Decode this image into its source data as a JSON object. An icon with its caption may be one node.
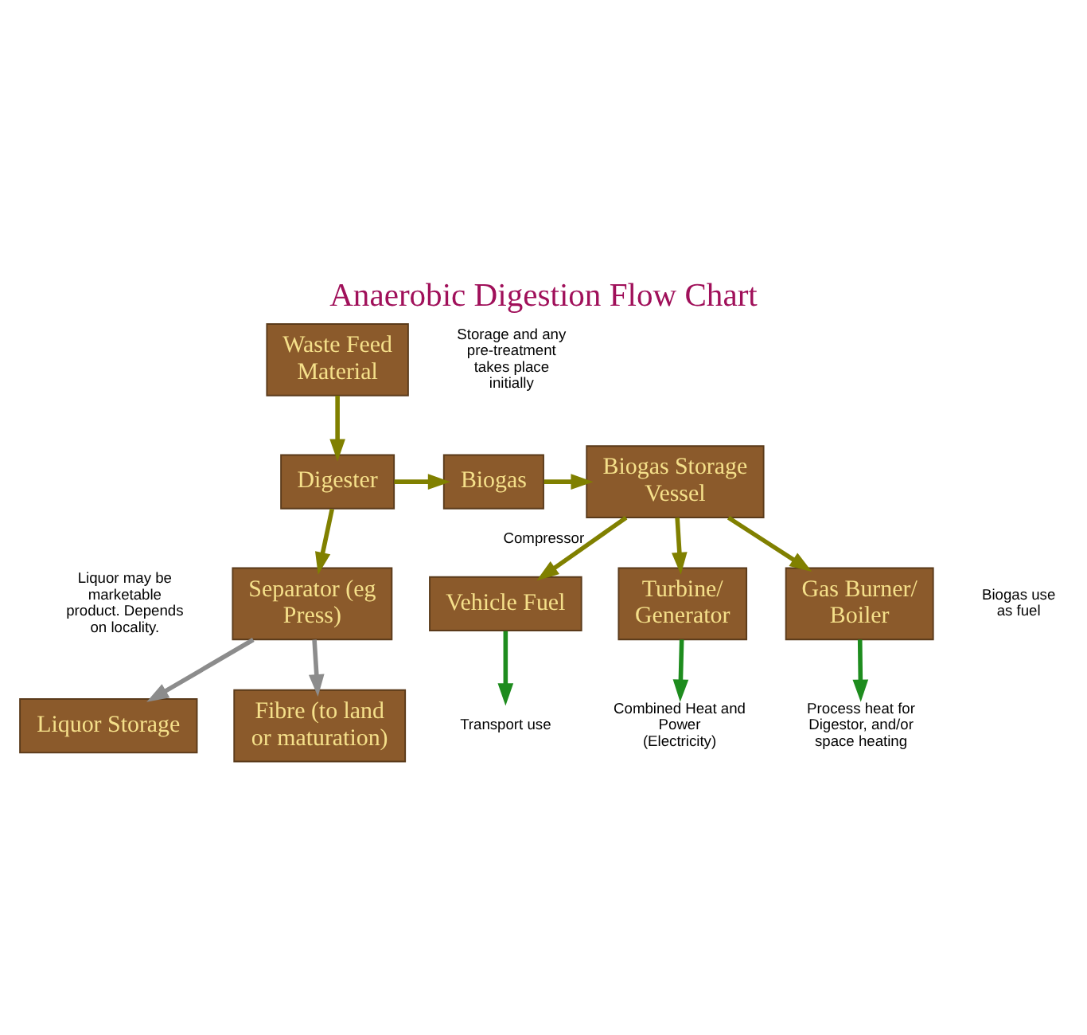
{
  "diagram": {
    "title": "Anaerobic Digestion Flow Chart",
    "nodes": [
      {
        "text": [
          "Waste Feed Material"
        ],
        "beside": [
          "Storage and any pre-treatment takes place initially"
        ]
      },
      {
        "text": [
          "Digester"
        ]
      },
      {
        "text": [
          "Biogas"
        ]
      },
      {
        "text": [
          "Biogas Storage Vessel"
        ]
      },
      {
        "text": [
          "Separator (eg Press)"
        ],
        "beside": [
          "Liquor may be marketable product. Depends on locality."
        ]
      },
      {
        "text": [
          "Liquor Storage"
        ]
      },
      {
        "text": [
          "Fibre (to land or maturation)"
        ]
      },
      {
        "text": [
          "Vehicle Fuel"
        ]
      },
      {
        "text": [
          "Turbine/ Generator"
        ]
      },
      {
        "text": [
          "Gas Burner/ Boiler"
        ]
      },
      {
        "text": [
          "Transport use"
        ]
      },
      {
        "text": [
          "Combined Heat and Power (Electricity)"
        ]
      },
      {
        "text": [
          "Process heat for Digestor, and/or space heating"
        ]
      }
    ],
    "edges": [
      {
        "from": 0,
        "to": 1,
        "arrow": "to"
      },
      {
        "from": 1,
        "to": 2,
        "arrow": "to"
      },
      {
        "from": 2,
        "to": 3,
        "arrow": "to"
      },
      {
        "from": 1,
        "to": 4,
        "arrow": "to"
      },
      {
        "from": 4,
        "to": 5,
        "arrow": "to",
        "color": "#8c8c8c"
      },
      {
        "from": 4,
        "to": 6,
        "arrow": "to",
        "color": "#8c8c8c"
      },
      {
        "from": 3,
        "to": 7,
        "arrow": "to",
        "label": "Compressor"
      },
      {
        "from": 3,
        "to": 8,
        "arrow": "to"
      },
      {
        "from": 3,
        "to": 9,
        "arrow": "to"
      },
      {
        "from": 7,
        "to": 10,
        "arrow": "to",
        "color": "#1e8c1e"
      },
      {
        "from": 8,
        "to": 11,
        "arrow": "to",
        "color": "#1e8c1e"
      },
      {
        "from": 9,
        "to": 12,
        "arrow": "to",
        "color": "#1e8c1e"
      }
    ],
    "labels": [
      "Biogas use as fuel"
    ]
  }
}
